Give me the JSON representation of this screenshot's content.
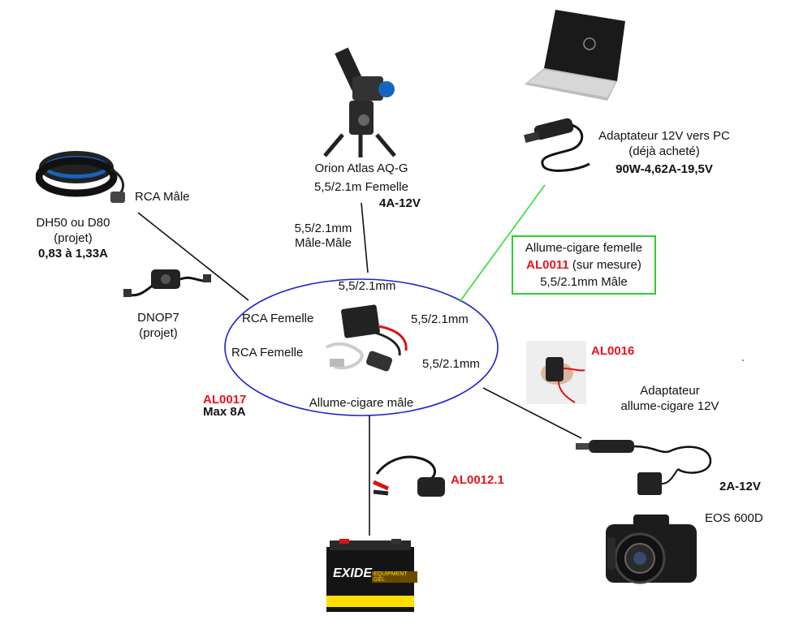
{
  "hub": {
    "top_port": "5,5/2.1mm",
    "right_port_1": "5,5/2.1mm",
    "right_port_2": "5,5/2.1mm",
    "rca_1": "RCA Femelle",
    "rca_2": "RCA Femelle",
    "bottom_port": "Allume-cigare mâle",
    "code": "AL0017",
    "max": "Max 8A"
  },
  "heater": {
    "connector": "RCA Mâle",
    "name": "DH50 ou D80",
    "status": "(projet)",
    "current": "0,83 à 1,33A"
  },
  "dimmer": {
    "name": "DNOP7",
    "status": "(projet)"
  },
  "mount": {
    "name": "Orion Atlas AQ-G",
    "connector": "5,5/2.1m Femelle",
    "power": "4A-12V",
    "cable_1": "5,5/2.1mm",
    "cable_2": "Mâle-Mâle"
  },
  "laptop": {
    "adapter_1": "Adaptateur 12V vers PC",
    "adapter_2": "(déjà acheté)",
    "spec": "90W-4,62A-19,5V"
  },
  "socket_box": {
    "line1": "Allume-cigare femelle",
    "code": "AL0011",
    "suffix": " (sur mesure)",
    "line3": "5,5/2.1mm Mâle"
  },
  "camera": {
    "socket_code": "AL0016",
    "adapter_1": "Adaptateur",
    "adapter_2": "allume-cigare 12V",
    "power": "2A-12V",
    "name": "EOS 600D"
  },
  "battery": {
    "cable_code": "AL0012.1",
    "brand": "EXIDE",
    "sub": "EQUIPMENT GEL"
  },
  "colors": {
    "wire": "#111111",
    "green_wire": "#33dd33",
    "hub_outline": "#1f1fd0",
    "red_code": "#e8141b"
  }
}
